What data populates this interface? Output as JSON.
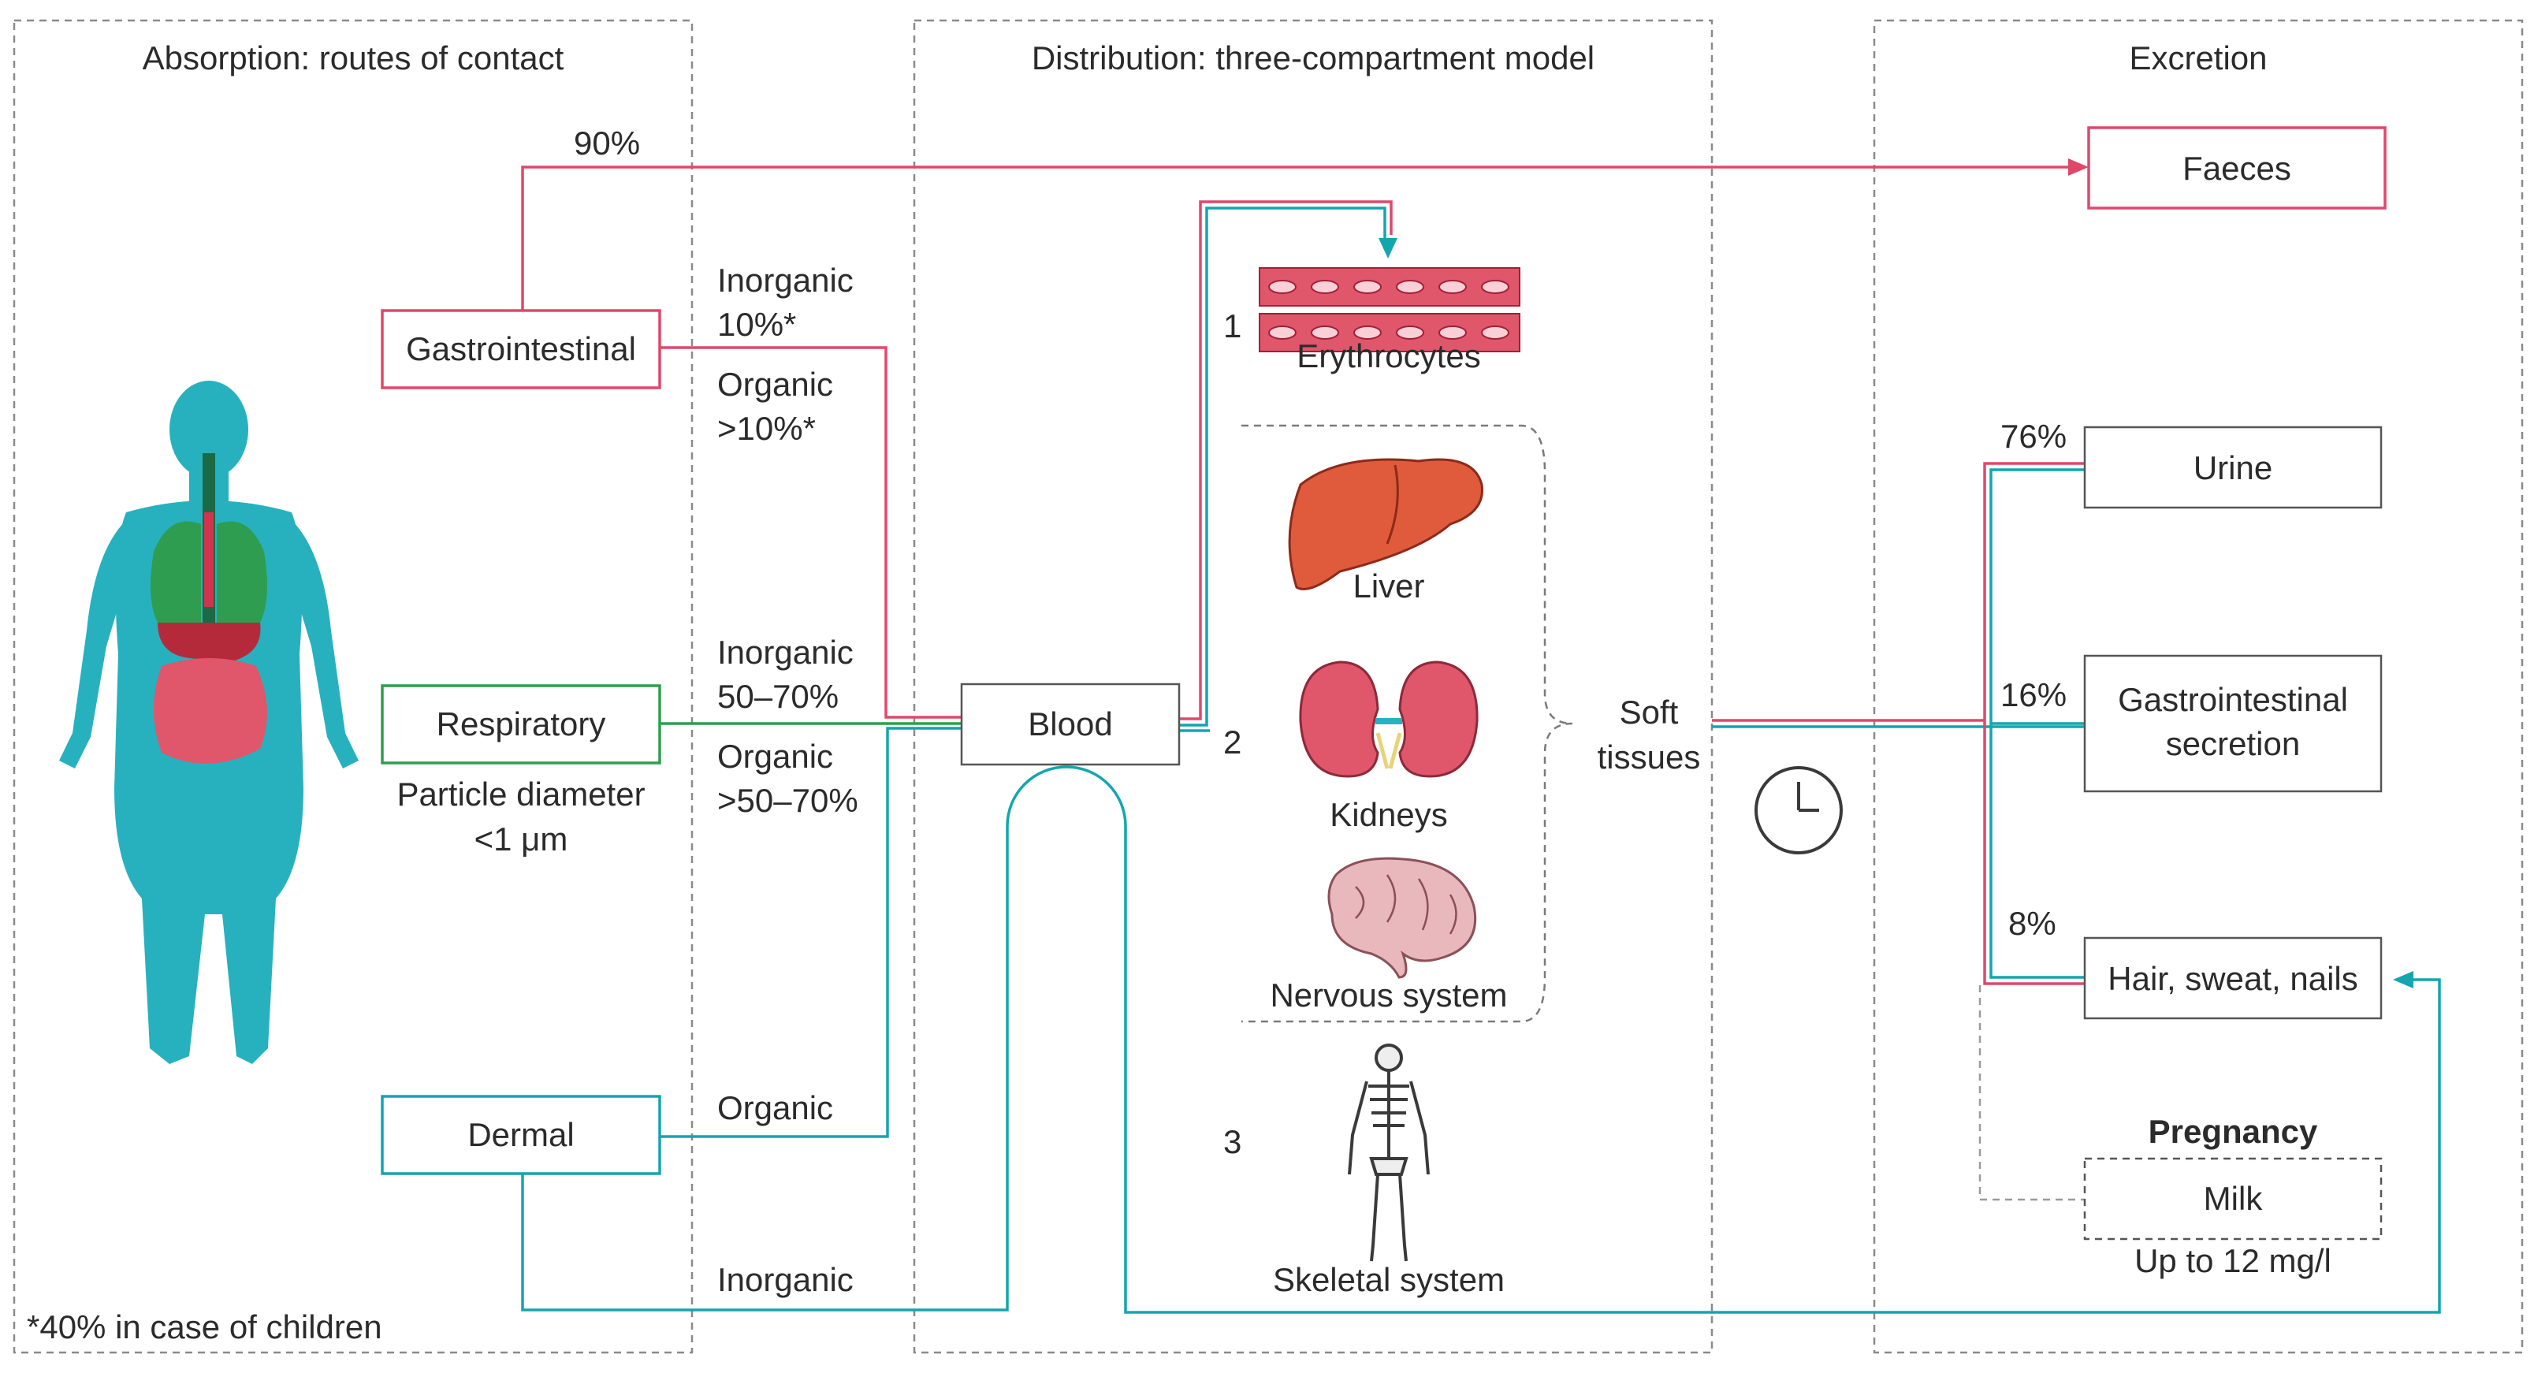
{
  "sections": {
    "absorption": "Absorption: routes of contact",
    "distribution": "Distribution: three-compartment model",
    "excretion": "Excretion"
  },
  "routes": {
    "gastrointestinal": "Gastrointestinal",
    "respiratory": "Respiratory",
    "particle_line1": "Particle diameter",
    "particle_line2": "<1 μm",
    "dermal": "Dermal"
  },
  "flows": {
    "faeces_pct": "90%",
    "gi_inorganic": "Inorganic",
    "gi_inorganic_pct": "10%*",
    "gi_organic": "Organic",
    "gi_organic_pct": ">10%*",
    "resp_inorganic": "Inorganic",
    "resp_inorganic_pct": "50–70%",
    "resp_organic": "Organic",
    "resp_organic_pct": ">50–70%",
    "dermal_organic": "Organic",
    "dermal_inorganic": "Inorganic"
  },
  "footnote": "*40% in case of children",
  "distribution": {
    "blood": "Blood",
    "num1": "1",
    "erythrocytes": "Erythrocytes",
    "num2": "2",
    "liver": "Liver",
    "kidneys": "Kidneys",
    "nervous": "Nervous system",
    "soft_line1": "Soft",
    "soft_line2": "tissues",
    "num3": "3",
    "skeletal": "Skeletal system"
  },
  "excretion": {
    "faeces": "Faeces",
    "urine": "Urine",
    "urine_pct": "76%",
    "gi_secretion_line1": "Gastrointestinal",
    "gi_secretion_line2": "secretion",
    "gi_secretion_pct": "16%",
    "hair": "Hair, sweat, nails",
    "hair_pct": "8%",
    "pregnancy": "Pregnancy",
    "milk": "Milk",
    "milk_amount": "Up to 12 mg/l"
  },
  "colors": {
    "pink": "#e0486a",
    "teal": "#13a6ae",
    "green": "#2f9e4f",
    "body": "#27b1be"
  }
}
